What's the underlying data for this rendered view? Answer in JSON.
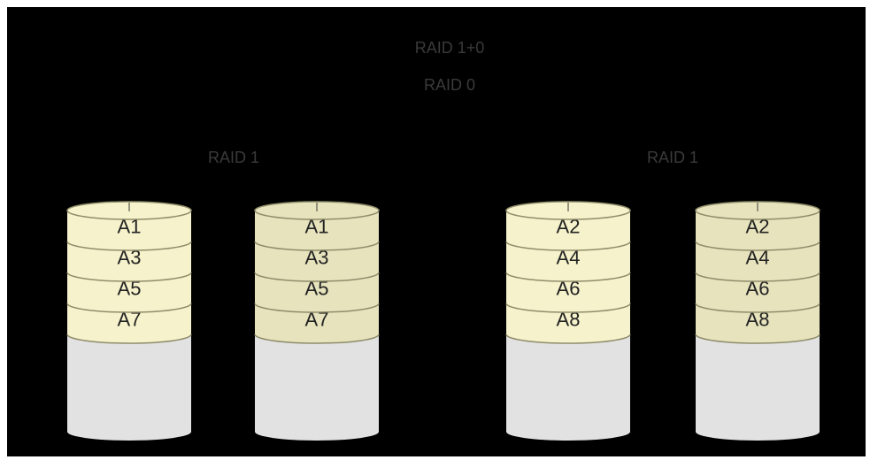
{
  "title": {
    "line1": "RAID 1+0",
    "line2": "RAID 0"
  },
  "groups": [
    {
      "label": "RAID 1",
      "disks": [
        {
          "blocks": [
            "A1",
            "A3",
            "A5",
            "A7"
          ],
          "tone": "light"
        },
        {
          "blocks": [
            "A1",
            "A3",
            "A5",
            "A7"
          ],
          "tone": "dark"
        }
      ]
    },
    {
      "label": "RAID 1",
      "disks": [
        {
          "blocks": [
            "A2",
            "A4",
            "A6",
            "A8"
          ],
          "tone": "light"
        },
        {
          "blocks": [
            "A2",
            "A4",
            "A6",
            "A8"
          ],
          "tone": "dark"
        }
      ]
    }
  ],
  "colors": {
    "background": "#000000",
    "block_light": "#f6f3cc",
    "block_dark": "#e6e3bd",
    "block_border": "#8f8c6a",
    "empty_body": "#e2e2e2",
    "title_text": "#3a3a3a"
  }
}
